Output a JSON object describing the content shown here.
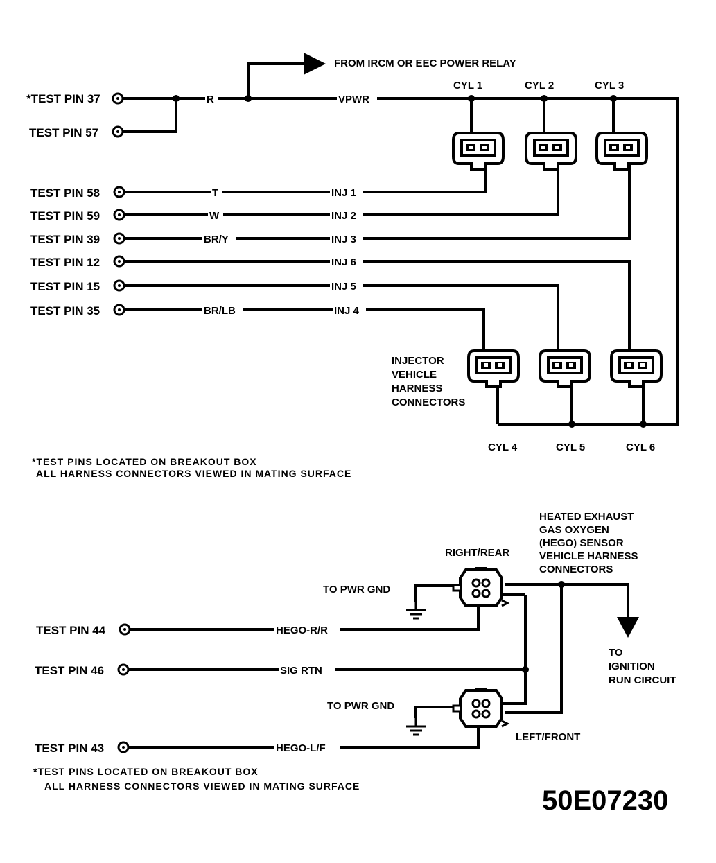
{
  "top": {
    "arrow_label": "FROM IRCM OR EEC POWER RELAY",
    "pins": [
      {
        "label": "*TEST PIN 37",
        "wire": "R",
        "circuit": "VPWR"
      },
      {
        "label": "TEST PIN 57",
        "wire": "",
        "circuit": ""
      },
      {
        "label": "TEST PIN 58",
        "wire": "T",
        "circuit": "INJ 1"
      },
      {
        "label": "TEST PIN 59",
        "wire": "W",
        "circuit": "INJ 2"
      },
      {
        "label": "TEST PIN 39",
        "wire": "BR/Y",
        "circuit": "INJ 3"
      },
      {
        "label": "TEST PIN 12",
        "wire": "",
        "circuit": "INJ 6"
      },
      {
        "label": "TEST PIN 15",
        "wire": "",
        "circuit": "INJ 5"
      },
      {
        "label": "TEST PIN 35",
        "wire": "BR/LB",
        "circuit": "INJ 4"
      }
    ],
    "cylinders": [
      "CYL 1",
      "CYL 2",
      "CYL 3",
      "CYL 4",
      "CYL 5",
      "CYL 6"
    ],
    "connector_caption": [
      "INJECTOR",
      "VEHICLE",
      "HARNESS",
      "CONNECTORS"
    ],
    "notes": [
      "*TEST PINS LOCATED ON BREAKOUT BOX",
      "ALL HARNESS CONNECTORS VIEWED IN MATING SURFACE"
    ]
  },
  "bottom": {
    "sensor_caption": [
      "HEATED EXHAUST",
      "GAS OXYGEN",
      "(HEGO) SENSOR",
      "VEHICLE HARNESS",
      "CONNECTORS"
    ],
    "right_rear": "RIGHT/REAR",
    "left_front": "LEFT/FRONT",
    "pwr_gnd_1": "TO PWR GND",
    "pwr_gnd_2": "TO PWR GND",
    "ignition": [
      "TO",
      "IGNITION",
      "RUN CIRCUIT"
    ],
    "pins": [
      {
        "label": "TEST PIN 44",
        "circuit": "HEGO-R/R"
      },
      {
        "label": "TEST PIN 46",
        "circuit": "SIG RTN"
      },
      {
        "label": "TEST PIN 43",
        "circuit": "HEGO-L/F"
      }
    ],
    "notes": [
      "*TEST PINS LOCATED ON BREAKOUT BOX",
      "ALL HARNESS CONNECTORS VIEWED IN MATING SURFACE"
    ]
  },
  "figure_id": "50E07230"
}
